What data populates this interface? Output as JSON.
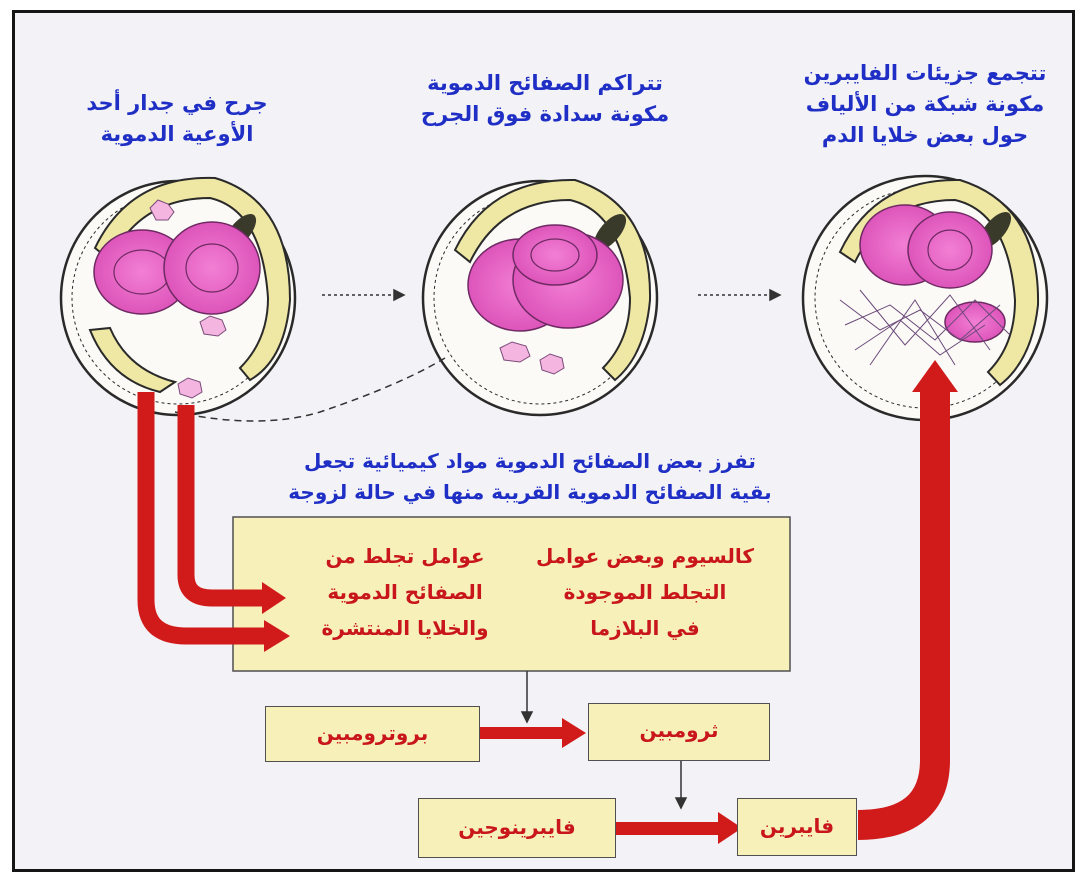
{
  "captions": {
    "wound": [
      "جرح في جدار أحد",
      "الأوعية الدموية"
    ],
    "platelet_plug": [
      "تتراكم الصفائح الدموية",
      "مكونة سدادة فوق الجرح"
    ],
    "fibrin_net": [
      "تتجمع جزيئات الفايبرين",
      "مكونة شبكة من الألياف",
      "حول بعض خلايا الدم"
    ],
    "platelet_release": [
      "تفرز بعض الصفائح الدموية مواد كيميائية تجعل",
      "بقية الصفائح الدموية القريبة منها في حالة لزوجة"
    ]
  },
  "factors_box": {
    "right": [
      "كالسيوم وبعض عوامل",
      "التجلط الموجودة",
      "في البلازما"
    ],
    "left": [
      "عوامل تجلط من",
      "الصفائح الدموية",
      "والخلايا المنتشرة"
    ]
  },
  "boxes": {
    "prothrombin": "بروترومبين",
    "thrombin": "ثرومبين",
    "fibrinogen": "فايبرينوجين",
    "fibrin": "فايبرين"
  },
  "colors": {
    "caption_text": "#1f2fc6",
    "factor_text": "#c8161c",
    "arrow": "#d11a1a",
    "box_fill": "#f7f0b8",
    "cell_fill": "#e86ac4",
    "vessel_wall": "#efe7a4",
    "background": "#f3f2f6"
  }
}
